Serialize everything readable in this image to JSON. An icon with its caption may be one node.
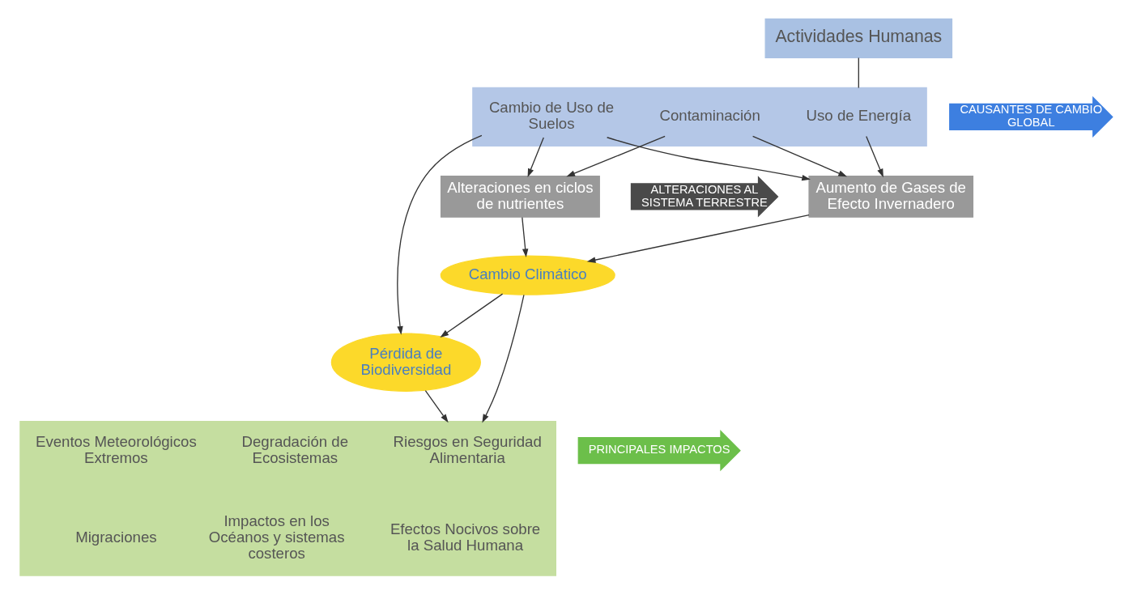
{
  "diagram": {
    "nodes": [
      {
        "text": [
          "Actividades Humanas"
        ]
      },
      {
        "text": [],
        "shape": "box"
      },
      {
        "text": [
          "CAUSANTES DE CAMBIO GLOBAL"
        ]
      },
      {
        "text": [
          "Uso de Energía"
        ],
        "in": 1
      },
      {
        "text": [
          "Contaminación"
        ],
        "in": 1
      },
      {
        "text": [
          "Cambio de Uso de Suelos"
        ],
        "in": 1
      },
      {
        "text": [
          "ALTERACIONES AL SISTEMA TERRESTRE"
        ]
      },
      {
        "text": [
          "Aumento de Gases de Efecto Invernadero"
        ]
      },
      {
        "text": [
          "Alteraciones en ciclos de nutrientes"
        ]
      },
      {
        "text": [
          "Pérdida de Biodiversidad"
        ]
      },
      {
        "text": [
          "Cambio Climático"
        ]
      },
      {
        "text": [],
        "shape": "box"
      },
      {
        "text": [
          "PRINCIPALES IMPACTOS"
        ]
      },
      {
        "text": [
          "Riesgos en Seguridad Alimentaria"
        ],
        "in": 11
      },
      {
        "text": [
          "Degradación de Ecosistemas"
        ],
        "in": 11
      },
      {
        "text": [
          "Eventos Meteorológicos Extremos"
        ],
        "in": 11
      },
      {
        "text": [
          "Efectos Nocivos sobre la Salud Humana"
        ],
        "in": 11
      },
      {
        "text": [
          "Impactos en los Océanos y sistemas costeros"
        ],
        "in": 11
      },
      {
        "text": [
          "Migraciones"
        ],
        "in": 11
      }
    ],
    "edges": [
      {
        "from": 0,
        "to": 1,
        "arrow": "none"
      },
      {
        "from": 3,
        "to": 7,
        "arrow": "to"
      },
      {
        "from": 4,
        "to": 7,
        "arrow": "to"
      },
      {
        "from": 4,
        "to": 8,
        "arrow": "to"
      },
      {
        "from": 5,
        "to": 7,
        "arrow": "to"
      },
      {
        "from": 5,
        "to": 8,
        "arrow": "to"
      },
      {
        "from": 5,
        "to": 9,
        "arrow": "to"
      },
      {
        "from": 7,
        "to": 10,
        "arrow": "to"
      },
      {
        "from": 8,
        "to": 10,
        "arrow": "to"
      },
      {
        "from": 10,
        "to": 9,
        "arrow": "to"
      },
      {
        "from": 10,
        "to": 11,
        "arrow": "to"
      },
      {
        "from": 9,
        "to": 11,
        "arrow": "to"
      }
    ]
  }
}
